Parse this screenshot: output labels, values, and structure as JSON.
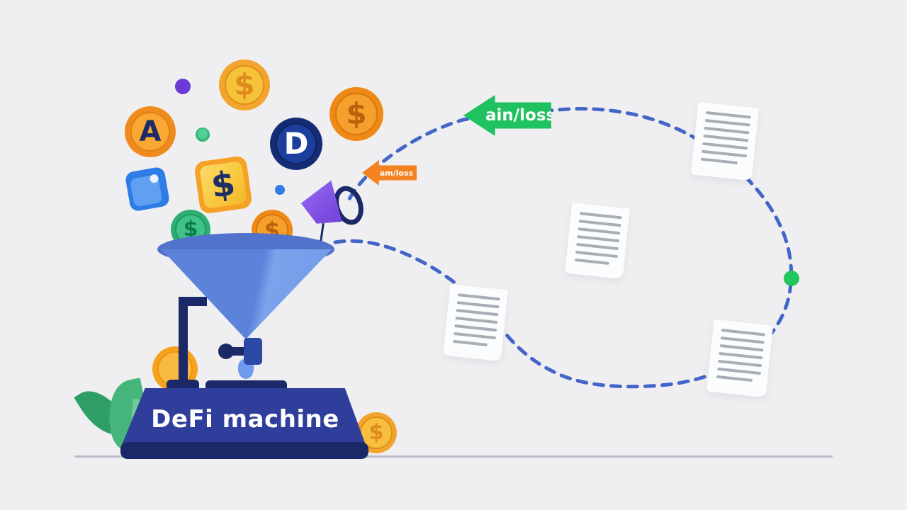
{
  "scene": {
    "machine_label": "DeFi machine"
  },
  "arrows": {
    "green": {
      "label": "ain/loss",
      "color": "#1FC25F"
    },
    "orange": {
      "label": "am/loss",
      "color": "#F58220"
    }
  },
  "tokens": {
    "coin_gold_large": {
      "symbol": "$"
    },
    "coin_orange_a": {
      "symbol": "A"
    },
    "coin_navy_d": {
      "symbol": "D"
    },
    "coin_orange_top": {
      "symbol": "$"
    },
    "square_gold": {
      "symbol": "$"
    },
    "coin_green_funnel": {
      "symbol": "$"
    },
    "coin_orange_funnel": {
      "symbol": "$"
    },
    "coin_gold_base": {
      "symbol": "$"
    }
  },
  "flow_path": {
    "line_color": "#4465C8",
    "style": "dashed",
    "node_color": "#22C55E",
    "document_count": 4
  },
  "colors": {
    "background": "#EFEFF1",
    "funnel_blue": "#5B83DA",
    "machine_base_navy": "#2F3E9A",
    "pipe_navy": "#1B2968",
    "megaphone_purple": "#7C4FE0",
    "ground_line": "#B9BCC8"
  }
}
